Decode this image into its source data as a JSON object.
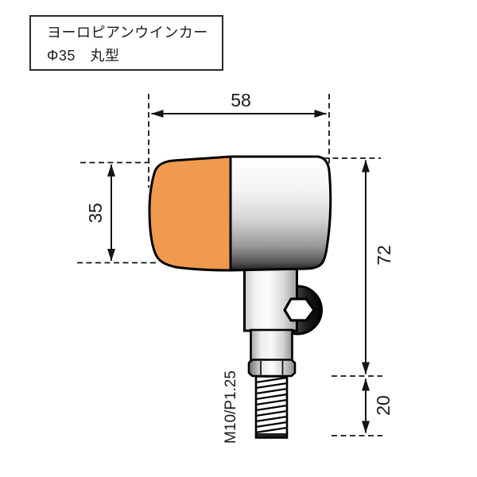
{
  "product": {
    "name": "ヨーロピアンウインカー",
    "spec": "Φ35　丸型"
  },
  "dimensions": {
    "lamp_width": "58",
    "lens_height": "35",
    "overall_height": "72",
    "thread_length": "20",
    "thread_spec": "M10/P1.25"
  },
  "colors": {
    "lens": "#EF9A4E",
    "line": "#151515",
    "background": "#FFFFFF"
  }
}
